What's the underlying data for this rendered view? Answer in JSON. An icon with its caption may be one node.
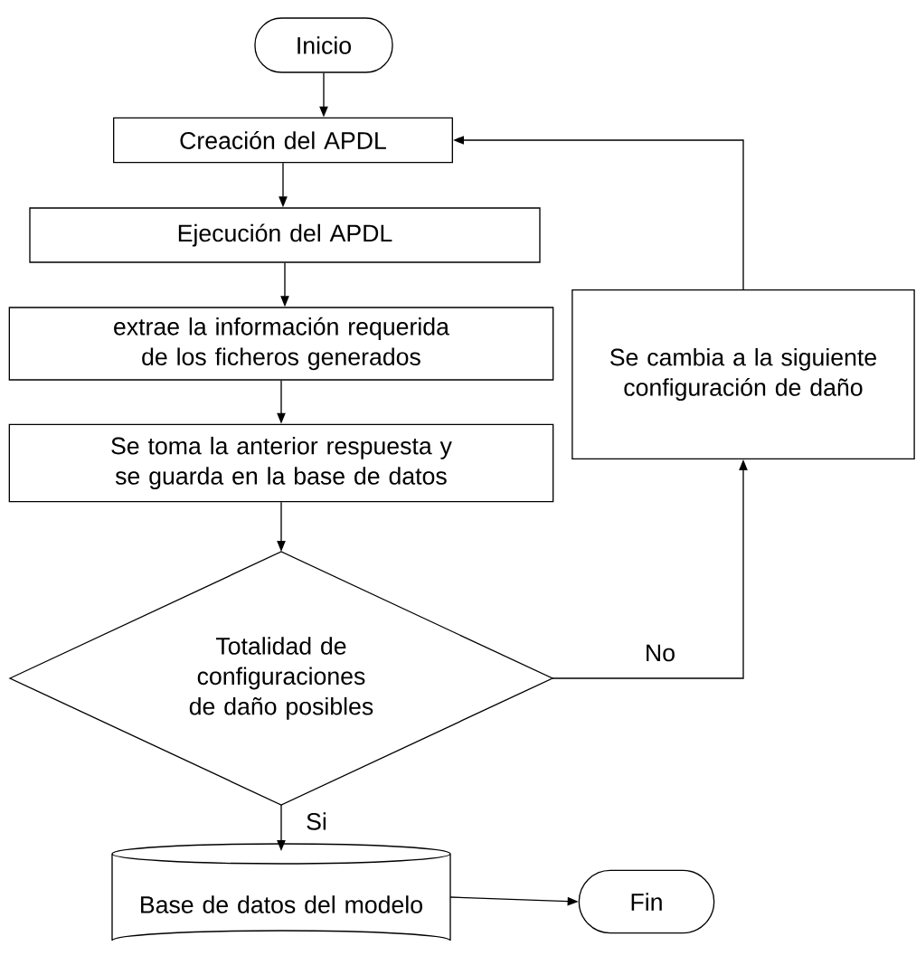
{
  "diagram": {
    "nodes": [
      {
        "text": [
          "Inicio"
        ]
      },
      {
        "text": [
          "Creación del APDL"
        ]
      },
      {
        "text": [
          "Ejecución del APDL"
        ]
      },
      {
        "text": [
          "extrae la información requerida de los ficheros generados"
        ]
      },
      {
        "text": [
          "Se toma la anterior respuesta y se guarda en la base de datos"
        ]
      },
      {
        "text": [
          "Totalidad de configuraciones de daño posibles"
        ]
      },
      {
        "text": [
          "Se cambia a la siguiente configuración de daño"
        ]
      },
      {
        "text": [
          "Base de datos del modelo"
        ]
      },
      {
        "text": [
          "Fin"
        ]
      }
    ],
    "edges": [
      {
        "from": 0,
        "to": 1,
        "arrow": "to"
      },
      {
        "from": 1,
        "to": 2,
        "arrow": "to"
      },
      {
        "from": 2,
        "to": 3,
        "arrow": "to"
      },
      {
        "from": 3,
        "to": 4,
        "arrow": "to"
      },
      {
        "from": 4,
        "to": 5,
        "arrow": "to"
      },
      {
        "from": 5,
        "to": 6,
        "arrow": "to",
        "label": "No"
      },
      {
        "from": 6,
        "to": 1,
        "arrow": "to"
      },
      {
        "from": 5,
        "to": 7,
        "arrow": "to",
        "label": "Si"
      },
      {
        "from": 7,
        "to": 8,
        "arrow": "to"
      }
    ]
  }
}
